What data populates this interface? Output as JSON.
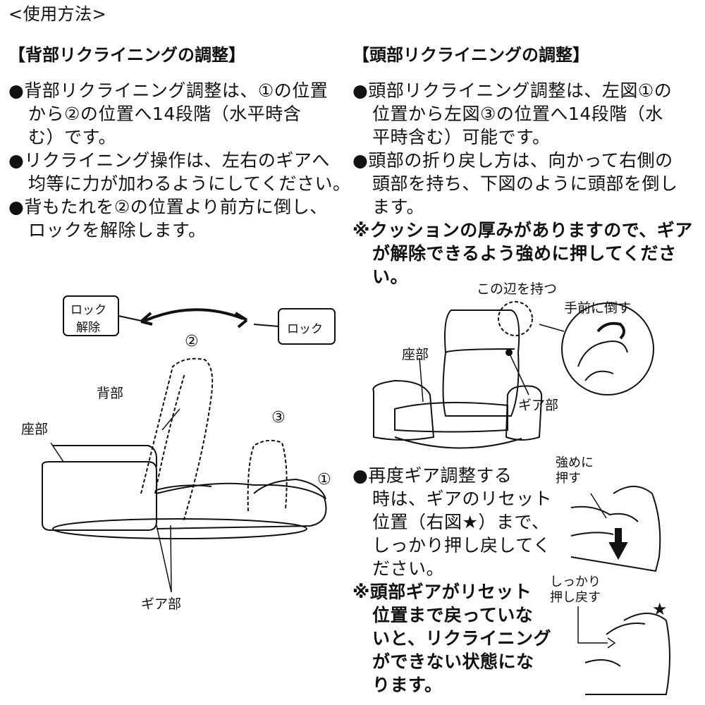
{
  "section_title": "<使用方法>",
  "left": {
    "heading": "【背部リクライニングの調整】",
    "bullets": [
      {
        "lines": [
          "●背部リクライニング調整は、①の位置",
          "から②の位置へ14段階（水平時含",
          "む）です。"
        ]
      },
      {
        "lines": [
          "●リクライニング操作は、左右のギアへ",
          "均等に力が加わるようにしてください。"
        ]
      },
      {
        "lines": [
          "●背もたれを②の位置より前方に倒し、",
          "ロックを解除します。"
        ]
      }
    ],
    "diagram": {
      "lock_release_line1": "ロック",
      "lock_release_line2": "解除",
      "lock": "ロック",
      "pos1": "①",
      "pos2": "②",
      "pos3": "③",
      "back": "背部",
      "seat": "座部",
      "gear": "ギア部"
    }
  },
  "right": {
    "heading": "【頭部リクライニングの調整】",
    "bullets": [
      {
        "lines": [
          "●頭部リクライニング調整は、左図①の",
          "位置から左図③の位置へ14段階（水",
          "平時含む）可能です。"
        ]
      },
      {
        "lines": [
          "●頭部の折り戻し方は、向かって右側の",
          "頭部を持ち、下図のように頭部を倒し",
          "ます。"
        ]
      }
    ],
    "note1": [
      "※クッションの厚みがありますので、ギア",
      "が解除できるよう強めに押してくださ",
      "い。"
    ],
    "diagram": {
      "hold_edge": "この辺を持つ",
      "tilt_forward": "手前に倒す",
      "seat": "座部",
      "gear": "ギア部"
    },
    "bullet_reset": [
      "●再度ギア調整する",
      "時は、ギアのリセット",
      "位置（右図★）まで、",
      "しっかり押し戻してく",
      "ださい。"
    ],
    "note2": [
      "※頭部ギアがリセット",
      "位置まで戻っていな",
      "いと、リクライニング",
      "ができない状態にな",
      "ります。"
    ],
    "reset_diagram": {
      "press_firmly_line1": "強めに",
      "press_firmly_line2": "押す",
      "push_back_line1": "しっかり",
      "push_back_line2": "押し戻す",
      "star": "★"
    }
  }
}
